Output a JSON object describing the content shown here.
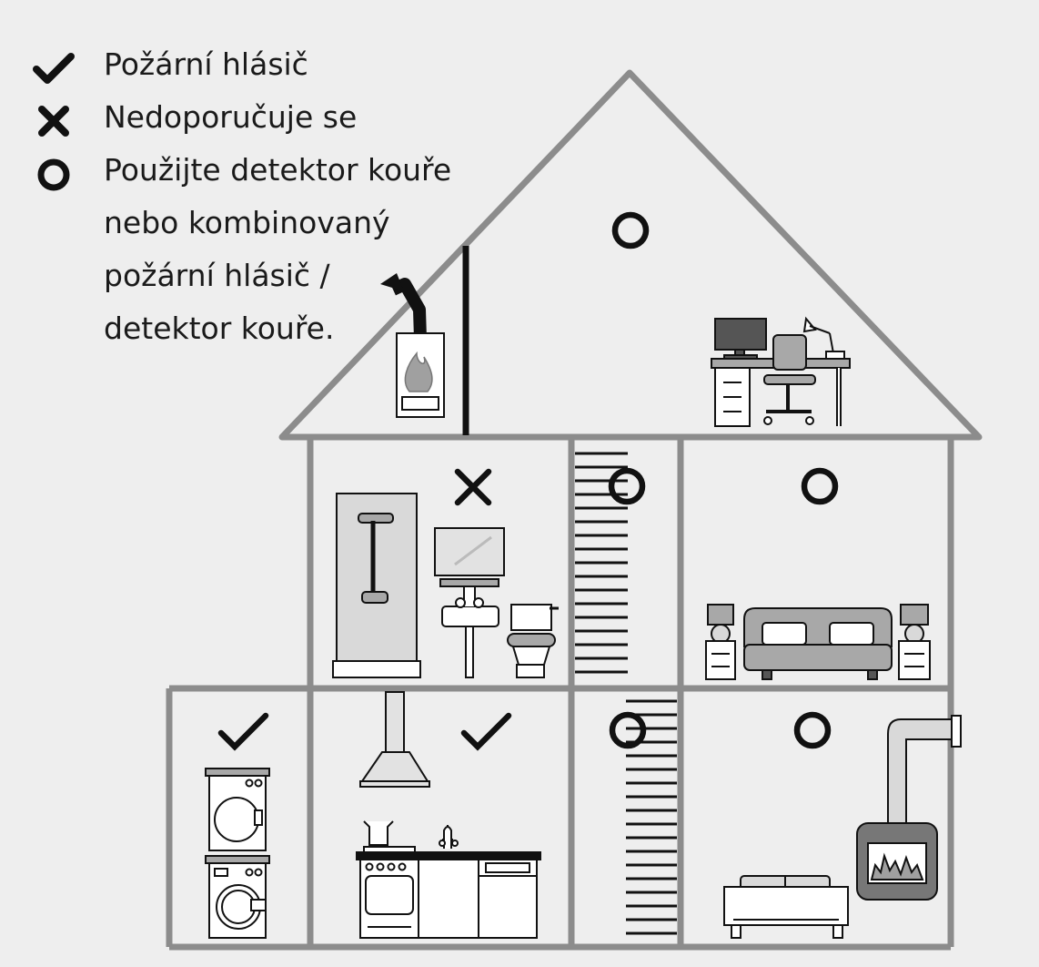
{
  "legend": {
    "fire_alarm": "Požární hlásič",
    "not_recommended": "Nedoporučuje se",
    "smoke_detector_lines": [
      "Použijte detektor kouře",
      "nebo kombinovaný",
      "požární hlásič /",
      "detektor kouře."
    ]
  },
  "rooms": [
    {
      "name": "attic",
      "marker": "circle"
    },
    {
      "name": "bathroom",
      "marker": "cross"
    },
    {
      "name": "staircase-upper",
      "marker": "circle"
    },
    {
      "name": "bedroom",
      "marker": "circle"
    },
    {
      "name": "laundry",
      "marker": "check"
    },
    {
      "name": "kitchen",
      "marker": "check"
    },
    {
      "name": "staircase-lower",
      "marker": "circle"
    },
    {
      "name": "living-room",
      "marker": "circle"
    }
  ],
  "colors": {
    "wall": "#8c8c8c",
    "marker": "#111111",
    "furniture_fill": "#ffffff",
    "furniture_gray": "#a8a8a8",
    "background": "#eeeeee"
  }
}
